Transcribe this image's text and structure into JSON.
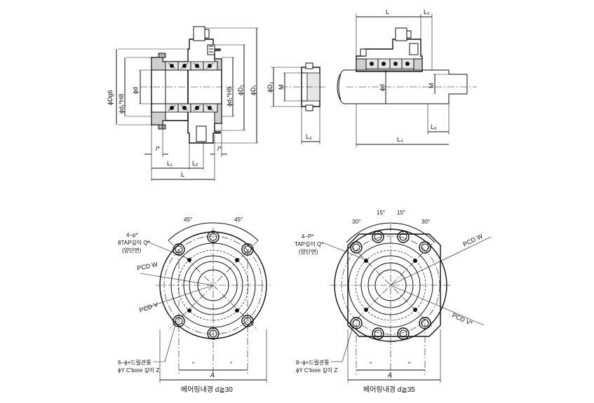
{
  "labels": {
    "phi_dg6": "ϕDg6",
    "phi_d1_h8_left": "ϕd₁*H8",
    "phi_d": "ϕd",
    "phi_d1_h8_right": "ϕd₁*H8",
    "phi_d2": "ϕD₂",
    "phi_d1_outer": "ϕD₁",
    "l_star_left": "l*",
    "l_star_right": "l*",
    "l1": "L₁",
    "l2": "L₂",
    "l_total": "L",
    "phi_d3": "ϕD₃",
    "m_nut": "M",
    "l3_nut": "L₃",
    "l_right": "L",
    "l3_right": "L₃",
    "phi_d_right": "ϕd",
    "m_right": "M",
    "l5": "L₅",
    "l4": "L₄",
    "left_angle_1": "45°",
    "left_angle_2": "45°",
    "left_tap_line1": "4−p*",
    "left_tap_line2": "8TAP깊이 Q*",
    "left_tap_line3": "(양단면)",
    "left_pcd_w": "PCD W",
    "left_pcd_v": "PCD V",
    "left_drill_line1": "6−ϕ×드릴관통",
    "left_drill_line2": "ϕY C'bore  깊이 Z",
    "left_dim_q1": "″",
    "left_dim_q2": "″",
    "left_dim_a": "A",
    "left_caption": "베어링내경  d≧30",
    "right_angle_30a": "30°",
    "right_angle_15a": "15°",
    "right_angle_15b": "15°",
    "right_angle_30b": "30°",
    "right_tap_line1": "4−P*",
    "right_tap_line2": "TAP깊이 Q*",
    "right_tap_line3": "(양단면)",
    "right_pcd_w": "PCD W",
    "right_pcd_v": "PCD V*",
    "right_drill_line1": "8−ϕ×드릴관통",
    "right_drill_line2": "ϕY C'bore  깊이 Z",
    "right_dim_q1": "″",
    "right_dim_q2": "″",
    "right_dim_a": "A",
    "right_caption": "베어링내경  d≧35"
  }
}
